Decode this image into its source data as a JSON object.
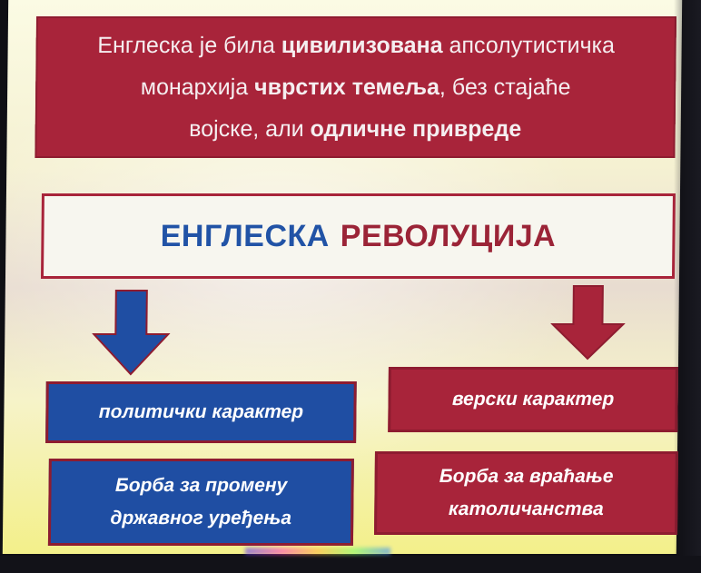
{
  "top_text": {
    "line1_a": "Енглеска је била ",
    "line1_b": "цивилизована",
    "line1_c": " апсолутистичка",
    "line2_a": "монархија ",
    "line2_b": "чврстих темеља",
    "line2_c": ", без стајаће",
    "line3_a": "војске, али ",
    "line3_b": "одличне привреде"
  },
  "title": {
    "part1": "ЕНГЛЕСКА",
    "part2": "РЕВОЛУЦИЈА"
  },
  "left": {
    "label": "политички карактер",
    "detail_line1": "Борба за промену",
    "detail_line2": "државног уређења"
  },
  "right": {
    "label": "верски карактер",
    "detail_line1": "Борба за враћање",
    "detail_line2": "католичанства"
  },
  "colors": {
    "red": "#a8243a",
    "blue": "#1f4ea3",
    "title_blue": "#2153a6",
    "title_red": "#9b2437"
  }
}
